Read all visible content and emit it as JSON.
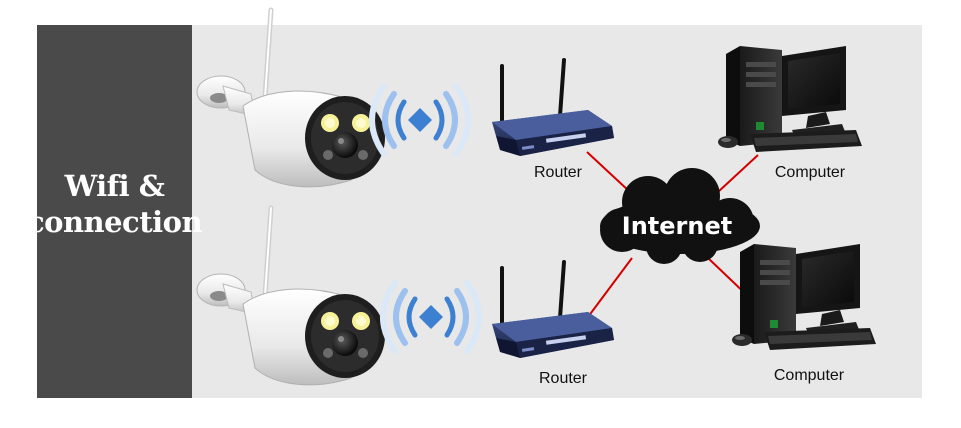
{
  "side_panel": {
    "title_line1": "Wifi &",
    "title_line2": "connection"
  },
  "network": {
    "cloud_label": "Internet",
    "router_top_label": "Router",
    "router_bottom_label": "Router",
    "computer_top_label": "Computer",
    "computer_bottom_label": "Computer"
  },
  "colors": {
    "panel_bg": "#4a4a4a",
    "diagram_bg": "#e8e8e8",
    "link_line": "#d40000",
    "wifi_waves": "#3d7fd1",
    "cloud": "#111111",
    "router_body": "#25325c"
  },
  "icons": [
    "wifi-camera-icon",
    "wifi-signal-icon",
    "router-icon",
    "cloud-icon",
    "desktop-computer-icon"
  ]
}
